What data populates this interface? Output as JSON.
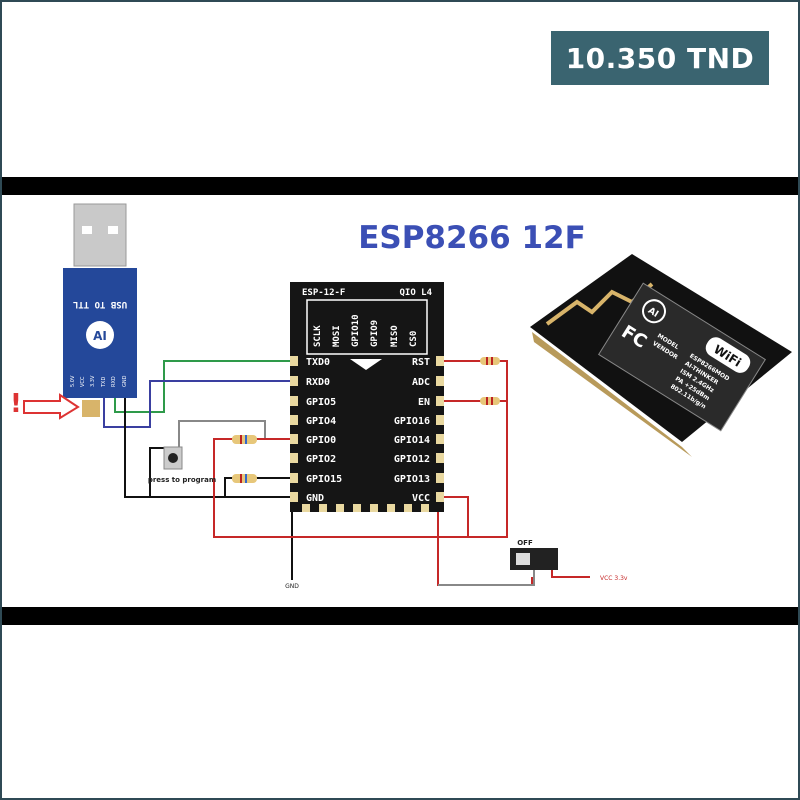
{
  "price": {
    "label": "10.350 TND",
    "color": "#3a6470"
  },
  "diagram": {
    "title": "ESP8266 12F",
    "title_color": "#3b4fb5",
    "usb_adapter": {
      "label": "USB TO TTL",
      "logo": "AI",
      "pins": [
        "5.0V",
        "VCC",
        "3.3V",
        "TXD",
        "RXD",
        "GND"
      ],
      "warning": "!"
    },
    "chip": {
      "header_left": "ESP-12-F",
      "header_right": "QIO L4",
      "top_pins": [
        "SCLK",
        "MOSI",
        "GPIO10",
        "GPIO9",
        "MISO",
        "CS0"
      ],
      "left_pins": [
        "TXD0",
        "RXD0",
        "GPIO5",
        "GPIO4",
        "GPIO0",
        "GPIO2",
        "GPIO15",
        "GND"
      ],
      "right_pins": [
        "RST",
        "ADC",
        "EN",
        "GPIO16",
        "GPIO14",
        "GPIO12",
        "GPIO13",
        "VCC"
      ]
    },
    "button_label": "press to program",
    "gnd_label": "GND",
    "switch_label": "OFF",
    "vcc_label": "VCC 3.3v",
    "module": {
      "logo": "AI",
      "wifi": "WiFi",
      "fcc": "FC",
      "lines": [
        "MODEL",
        "VENDOR",
        "ESP8266MOD",
        "AI-THINKER",
        "ISM 2.4GHz",
        "PA +25dBm",
        "802.11b/g/n"
      ]
    },
    "wire_colors": {
      "tx": "#2e9a4a",
      "rx": "#3a3fa0",
      "gnd": "#111111",
      "vcc": "#c62828",
      "gray": "#888888"
    }
  }
}
